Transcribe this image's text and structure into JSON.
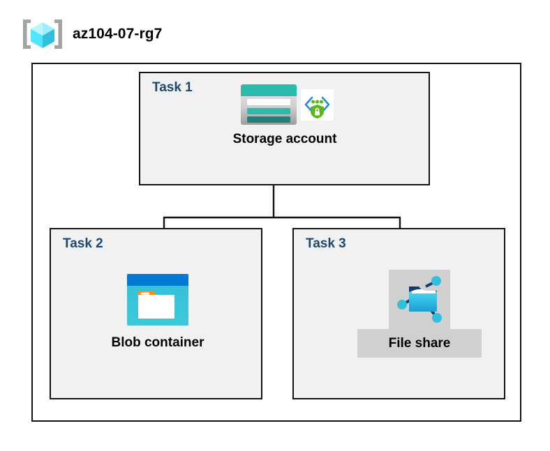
{
  "header": {
    "resource_group_name": "az104-07-rg7",
    "icon": "resource-group-icon"
  },
  "diagram": {
    "type": "azure-architecture-diagram",
    "boundary_label": "az104-07-rg7",
    "colors": {
      "task_label": "#1a4971",
      "task_box_fill": "#f1f1f1",
      "box_border": "#111111",
      "boundary_fill": "#ffffff",
      "highlight": "#d0d0d0",
      "storage_teal": "#2bbbad",
      "storage_teal_dark": "#21807a",
      "blob_blue": "#0078d4",
      "blob_cyan": "#32bedd",
      "blob_orange": "#f78d1e",
      "file_share_navy": "#123b6d",
      "file_share_cyan": "#32bedd",
      "shield_green": "#5cb615",
      "cube_cyan": "#50e6ff",
      "bracket_gray": "#a3a3a3"
    },
    "tasks": [
      {
        "id": "task-1",
        "label": "Task 1",
        "node": {
          "caption": "Storage account",
          "icons": [
            "storage-account-icon",
            "secure-badge-icon"
          ],
          "selected": false
        }
      },
      {
        "id": "task-2",
        "label": "Task 2",
        "node": {
          "caption": "Blob container",
          "icons": [
            "blob-container-icon"
          ],
          "selected": false
        }
      },
      {
        "id": "task-3",
        "label": "Task 3",
        "node": {
          "caption": "File share",
          "icons": [
            "file-share-icon"
          ],
          "selected": true
        }
      }
    ],
    "connections": [
      {
        "from": "Storage account",
        "to": "Blob container"
      },
      {
        "from": "Storage account",
        "to": "File share"
      }
    ]
  }
}
